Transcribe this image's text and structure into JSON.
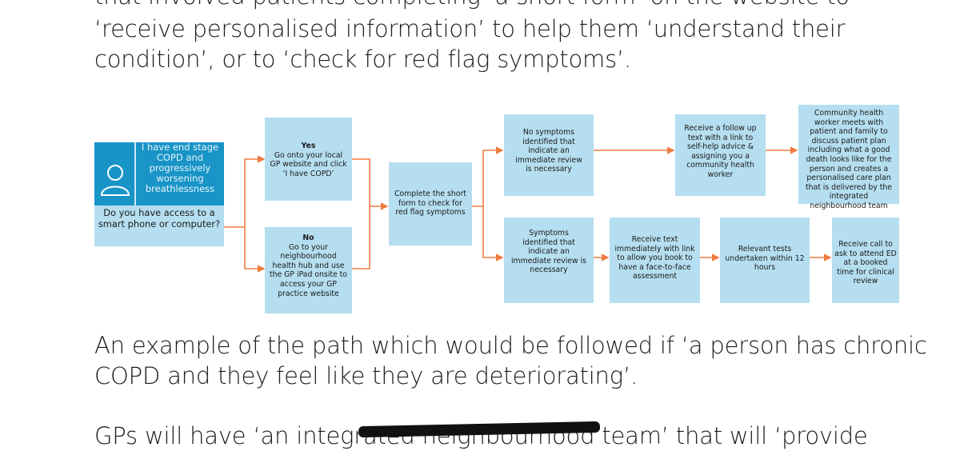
{
  "article": {
    "top_cut_line": "that involved patients completing ‘a short form’ on the website to",
    "line1": "‘receive personalised information’ to help them ‘understand their",
    "line2": "condition’, or to ‘check for red flag symptoms’.",
    "caption_line1": "An example of the path which would be followed if ‘a person has chronic",
    "caption_line2": "COPD and they feel like they are deteriorating’.",
    "bottom_line": "GPs will have ‘an integrated neighbourhood team’ that will ‘provide"
  },
  "diagram": {
    "person_icon": "person-icon",
    "person_text": "I have end stage COPD and progressively worsening breathlessness",
    "question": "Do you have access to a smart phone or computer?",
    "yes_heading": "Yes",
    "yes_text": "Go onto your local GP website and click ‘I have COPD’",
    "no_heading": "No",
    "no_text": "Go to your neighbourhood health hub and use the GP iPad onsite to access your GP practice website",
    "form_text": "Complete the short form to check for red flag symptoms",
    "no_symptoms_text": "No symptoms identified that indicate an immediate review is necessary",
    "symptoms_text": "Symptoms identified that indicate an immediate review is necessary",
    "followup_text": "Receive a follow up text with a link to self-help advice & assigning you a community health worker",
    "chw_text": "Community health worker meets with patient and family to discuss patient plan including what a good death looks like for the person and creates a personalised care plan that is delivered by the integrated neighbourhood team",
    "receive_text": "Receive text immediately with link to allow you book to have a face-to-face assessment",
    "tests_text": "Relevant tests undertaken within 12 hours",
    "call_text": "Receive call to ask to attend ED at a booked time for clinical review",
    "colors": {
      "box": "#b5def0",
      "panel": "#1994c7",
      "arrow": "#f07b3f"
    }
  }
}
